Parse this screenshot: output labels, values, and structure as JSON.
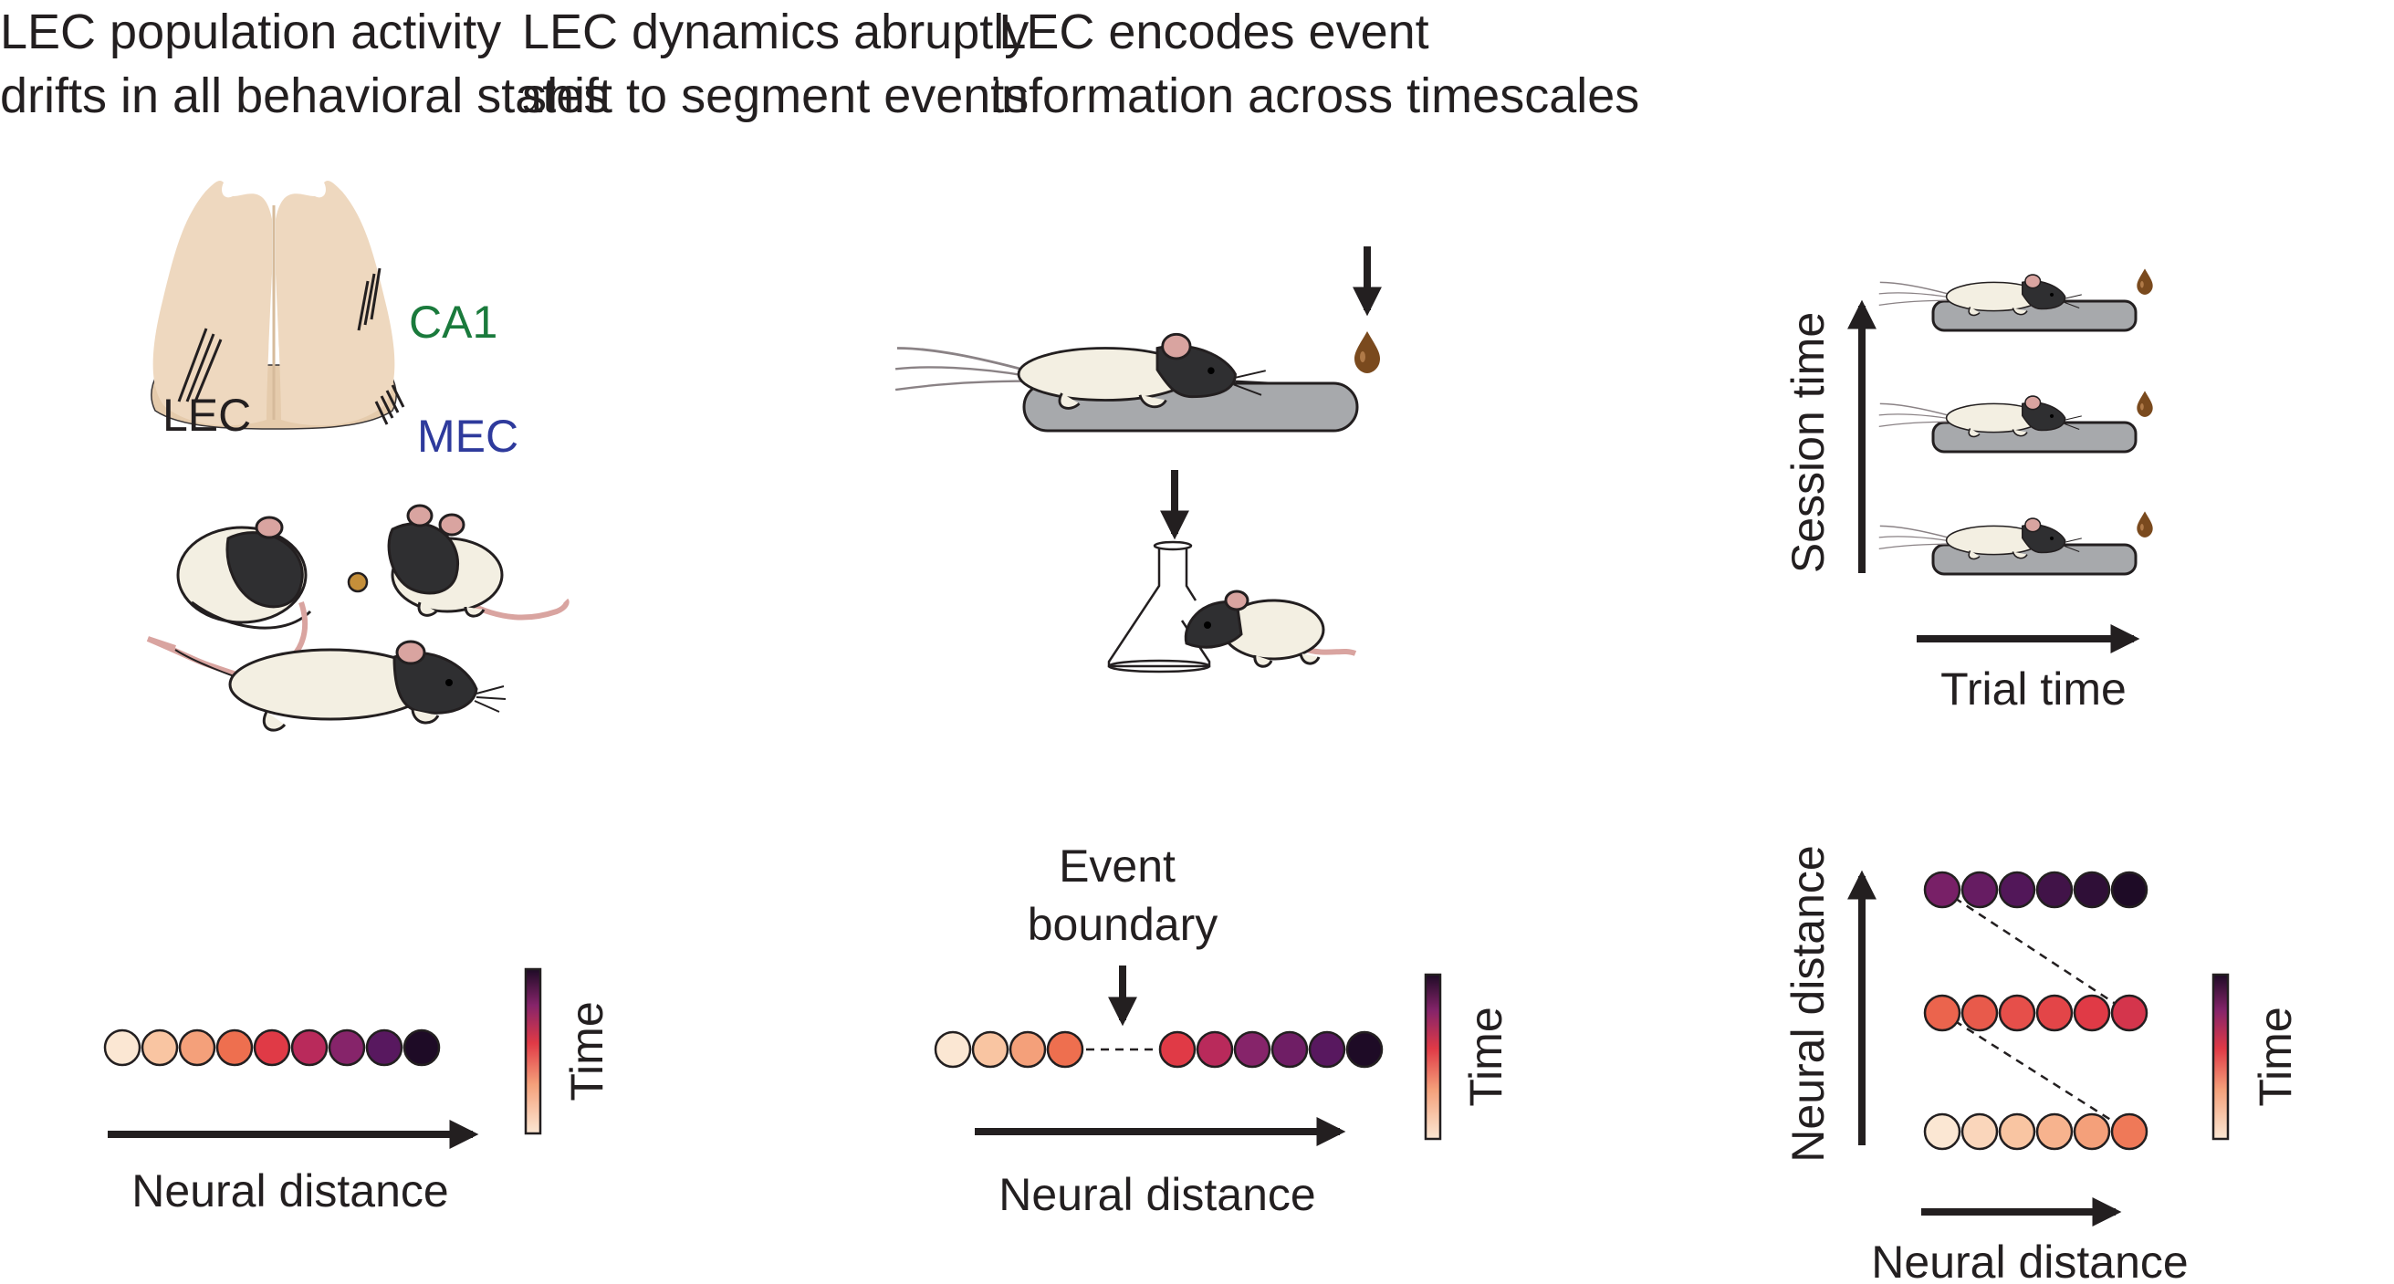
{
  "panels": {
    "left": {
      "title_line1": "LEC population activity",
      "title_line2": "drifts in all behavioral states",
      "brain_labels": {
        "ca1": "CA1",
        "lec": "LEC",
        "mec": "MEC"
      },
      "x_axis_label": "Neural distance",
      "colorbar_label": "Time"
    },
    "middle": {
      "title_line1": "LEC dynamics abruptly",
      "title_line2": "shift to segment events",
      "boundary_label_line1": "Event",
      "boundary_label_line2": "boundary",
      "x_axis_label": "Neural distance",
      "colorbar_label": "Time"
    },
    "right": {
      "title_line1": "LEC encodes event",
      "title_line2": "information across timescales",
      "session_axis_label": "Session time",
      "trial_axis_label": "Trial time",
      "y_axis_label": "Neural distance",
      "x_axis_label": "Neural distance",
      "colorbar_label": "Time"
    }
  },
  "colors": {
    "text": "#231f20",
    "ca1": "#1a7a3c",
    "mec": "#2e3a9c",
    "track": "#a7a9ac",
    "drop": "#7a4a1e",
    "brain": "#eed8bf",
    "brain_lower": "#e3c6a4",
    "rat_body": "#f3efe2",
    "rat_hood": "#2f2f31",
    "rat_pink": "#d9a4a0",
    "time_scale": [
      "#fbe7d3",
      "#f9c5a2",
      "#f4a07a",
      "#ee6f4f",
      "#e03a46",
      "#b92a5b",
      "#86246a",
      "#58185f",
      "#1e0b26"
    ]
  },
  "diagram_data": {
    "left_chain": [
      0,
      1,
      2,
      3,
      4,
      5,
      6,
      7,
      8
    ],
    "middle_chain_before": [
      0,
      1,
      2,
      3
    ],
    "middle_chain_after": [
      4,
      5,
      6,
      6.5,
      7,
      8
    ],
    "right_rows": [
      [
        6.3,
        6.7,
        7.1,
        7.4,
        7.7,
        8.0
      ],
      [
        3.2,
        3.4,
        3.6,
        3.8,
        4.0,
        4.3
      ],
      [
        0,
        0.5,
        1,
        1.5,
        2,
        2.8
      ]
    ]
  }
}
